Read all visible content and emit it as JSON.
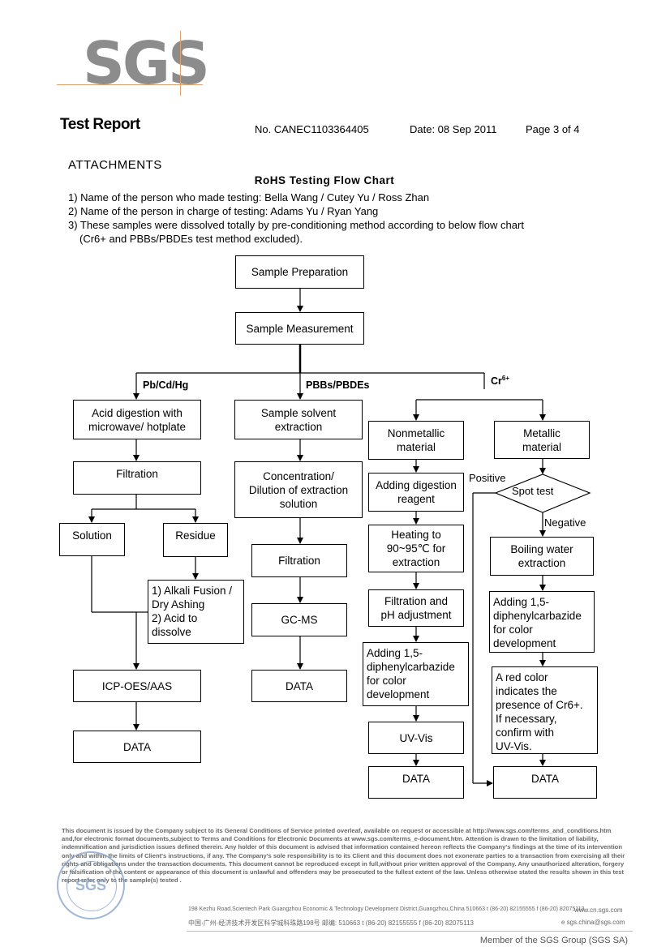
{
  "header": {
    "logo": "SGS",
    "report_title": "Test Report",
    "report_no": "No. CANEC1103364405",
    "date": "Date: 08 Sep 2011",
    "page": "Page 3 of 4"
  },
  "attachments": {
    "heading": "ATTACHMENTS",
    "flow_title": "RoHS Testing Flow Chart",
    "lines": [
      "1) Name of the person who made testing: Bella Wang / Cutey Yu / Ross Zhan",
      "2) Name of the person in charge of testing: Adams Yu / Ryan Yang",
      "3) These samples were dissolved totally by pre-conditioning method according to below flow chart",
      "(Cr6+ and PBBs/PBDEs test method excluded)."
    ]
  },
  "flow": {
    "sample_prep": "Sample Preparation",
    "sample_meas": "Sample Measurement",
    "branch_pb": "Pb/Cd/Hg",
    "branch_pbb": "PBBs/PBDEs",
    "branch_cr": "Cr",
    "branch_cr_sup": "6+",
    "pb": {
      "acid": "Acid digestion with\nmicrowave/ hotplate",
      "filtration": "Filtration",
      "solution": "Solution",
      "residue": "Residue",
      "alkali": "1) Alkali Fusion /\n    Dry Ashing\n2) Acid to\n    dissolve",
      "icp": "ICP-OES/AAS",
      "data": "DATA"
    },
    "pbb": {
      "solvent": "Sample solvent\nextraction",
      "concentration": "Concentration/\nDilution of extraction\nsolution",
      "filtration": "Filtration",
      "gcms": "GC-MS",
      "data": "DATA"
    },
    "nonmetal": {
      "title": "Nonmetallic\nmaterial",
      "reagent": "Adding digestion\nreagent",
      "heating": "Heating to\n90~95℃ for\nextraction",
      "ph": "Filtration and\npH adjustment",
      "adding": "Adding 1,5-\ndiphenylcarbazide\nfor color\ndevelopment",
      "uvvis": "UV-Vis",
      "data": "DATA"
    },
    "metal": {
      "title": "Metallic\nmaterial",
      "spot": "Spot test",
      "positive": "Positive",
      "negative": "Negative",
      "boiling": "Boiling water\nextraction",
      "adding": "Adding 1,5-\ndiphenylcarbazide\nfor color\ndevelopment",
      "red": "A red color\nindicates the\npresence of Cr6+.\nIf necessary,\nconfirm with\nUV-Vis.",
      "data": "DATA"
    }
  },
  "footer": {
    "disclaimer": "This document is issued by the Company subject to its General Conditions of Service printed overleaf, available on request or accessible at http://www.sgs.com/terms_and_conditions.htm and,for electronic format documents,subject to Terms and Conditions for Electronic Documents at www.sgs.com/terms_e-document.htm. Attention is drawn to the limitation of liability, indemnification and jurisdiction issues defined therein. Any holder of this document is advised that information contained hereon reflects the Company's findings at the time of its intervention only and within the limits of Client's instructions, if any. The Company's sole responsibility is to its Client and this document does not exonerate parties to a transaction from exercising all their rights and obligations under the transaction documents. This document cannot be reproduced except in full,without prior written approval of the Company. Any unauthorized alteration, forgery or falsification of the content or appearance of this document is unlawful and offenders may be prosecuted to the fullest extent of the law. Unless otherwise stated the results shown in this test report refer only to the sample(s) tested .",
    "stamp": "SGS",
    "address_en": "198 Kezhu Road,Scientech Park Guangzhou Economic & Technology Development District,Guangzhou,China   510663   t (86-20) 82155555   f (86-20) 82075113",
    "address_cn": "中国·广州·经济技术开发区科学城科珠路198号          邮编: 510663   t (86-20) 82155555   f (86-20) 82075113",
    "web": "www.cn.sgs.com",
    "email": "e  sgs.china@sgs.com",
    "member": "Member of the SGS Group (SGS SA)"
  }
}
